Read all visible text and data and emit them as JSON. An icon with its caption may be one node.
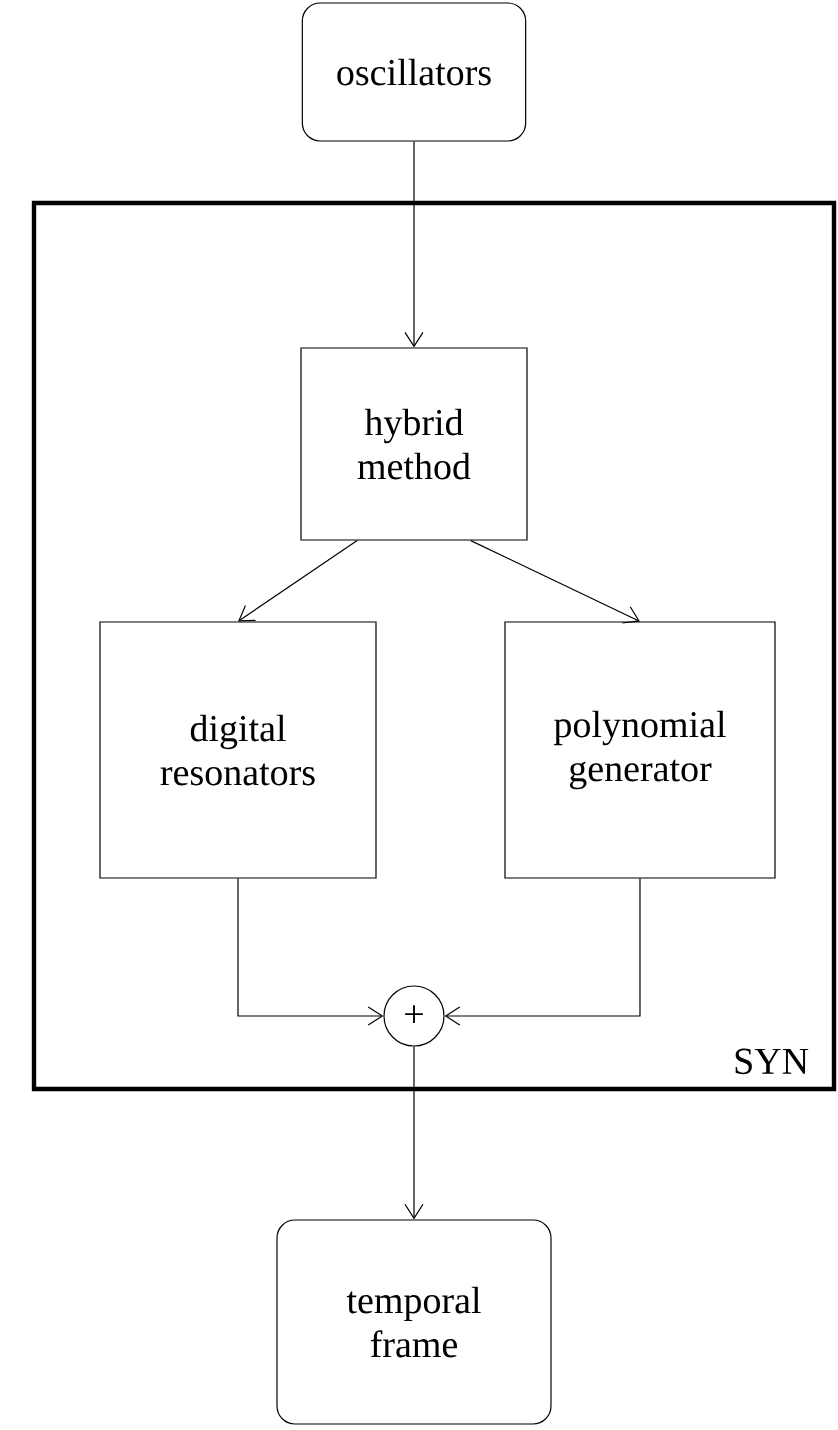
{
  "diagram": {
    "nodes": [
      {
        "text": [
          "oscillators"
        ]
      },
      {
        "text": [
          "SYN"
        ]
      },
      {
        "text": [
          "hybrid method"
        ],
        "in": 1
      },
      {
        "text": [
          "digital resonators"
        ],
        "in": 1
      },
      {
        "text": [
          "polynomial generator"
        ],
        "in": 1
      },
      {
        "text": [
          "+"
        ],
        "in": 1
      },
      {
        "text": [
          "temporal frame"
        ]
      }
    ],
    "edges": [
      {
        "from": 0,
        "to": 2,
        "arrow": "to"
      },
      {
        "from": 2,
        "to": 3,
        "arrow": "to"
      },
      {
        "from": 2,
        "to": 4,
        "arrow": "to"
      },
      {
        "from": 3,
        "to": 5,
        "arrow": "to"
      },
      {
        "from": 4,
        "to": 5,
        "arrow": "to"
      },
      {
        "from": 5,
        "to": 6,
        "arrow": "to"
      }
    ]
  }
}
